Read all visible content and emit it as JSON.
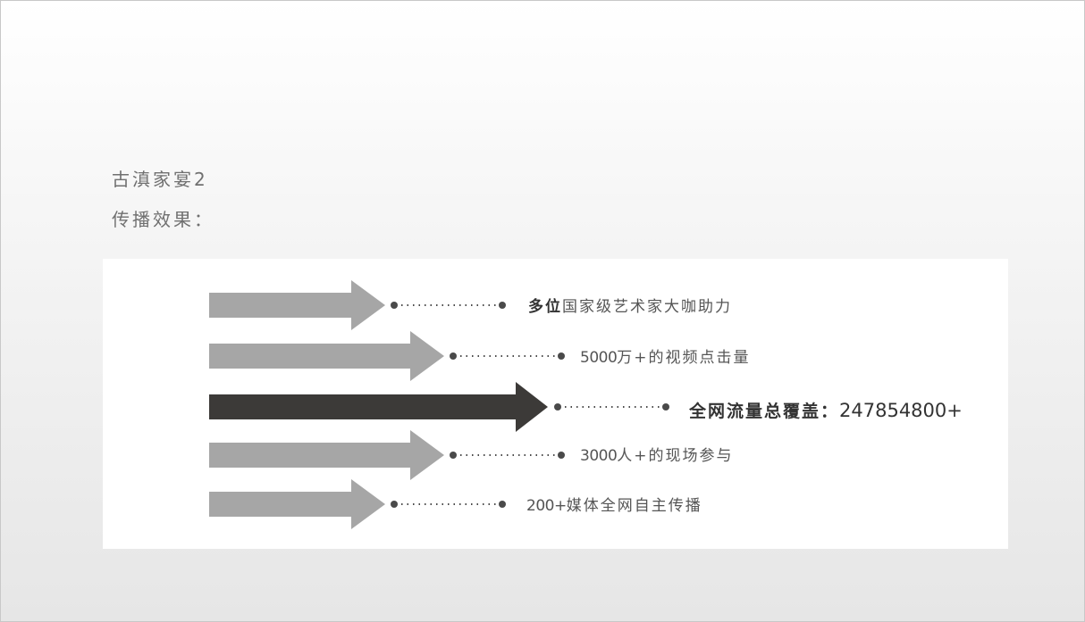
{
  "heading": {
    "line1": "古滇家宴2",
    "line2": "传播效果："
  },
  "items": [
    {
      "bold": "多位",
      "text": "国家级艺术家大咖助力"
    },
    {
      "num": "5000",
      "text": "万+的视频点击量"
    },
    {
      "bold": "全网流量总覆盖：",
      "num": "247854800+"
    },
    {
      "num": "3000",
      "text": "人+的现场参与"
    },
    {
      "num": "200+",
      "text": "媒体全网自主传播"
    }
  ],
  "colors": {
    "arrow_gray": "#a6a6a6",
    "arrow_dark": "#3c3a38",
    "dot": "#4a4a4a"
  }
}
